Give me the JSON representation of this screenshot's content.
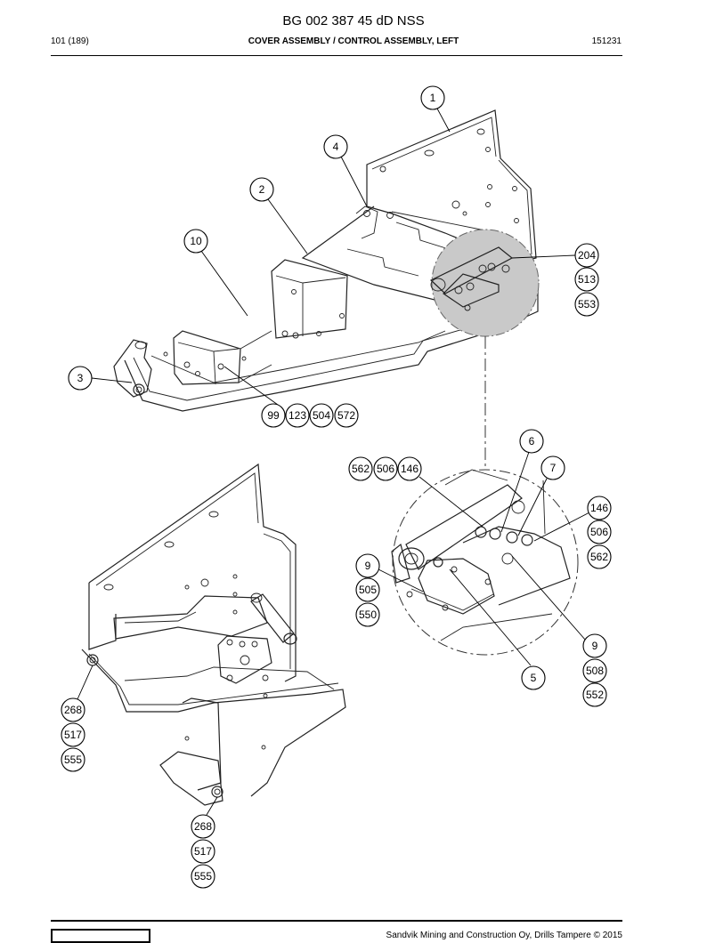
{
  "document": {
    "code": "BG 002 387 45 dD NSS",
    "page": "101 (189)",
    "section_title": "COVER ASSEMBLY / CONTROL ASSEMBLY, LEFT",
    "date_code": "151231",
    "footer": "Sandvik Mining and Construction Oy, Drills Tampere © 2015"
  },
  "callouts": [
    {
      "label": "1"
    },
    {
      "label": "4"
    },
    {
      "label": "2"
    },
    {
      "label": "10"
    },
    {
      "label": "204"
    },
    {
      "label": "513"
    },
    {
      "label": "553"
    },
    {
      "label": "3"
    },
    {
      "label": "99"
    },
    {
      "label": "123"
    },
    {
      "label": "504"
    },
    {
      "label": "572"
    },
    {
      "label": "6"
    },
    {
      "label": "7"
    },
    {
      "label": "562"
    },
    {
      "label": "506"
    },
    {
      "label": "146"
    },
    {
      "label": "146"
    },
    {
      "label": "506"
    },
    {
      "label": "562"
    },
    {
      "label": "9"
    },
    {
      "label": "505"
    },
    {
      "label": "550"
    },
    {
      "label": "9"
    },
    {
      "label": "508"
    },
    {
      "label": "552"
    },
    {
      "label": "5"
    },
    {
      "label": "268"
    },
    {
      "label": "517"
    },
    {
      "label": "555"
    },
    {
      "label": "268"
    },
    {
      "label": "517"
    },
    {
      "label": "555"
    }
  ]
}
